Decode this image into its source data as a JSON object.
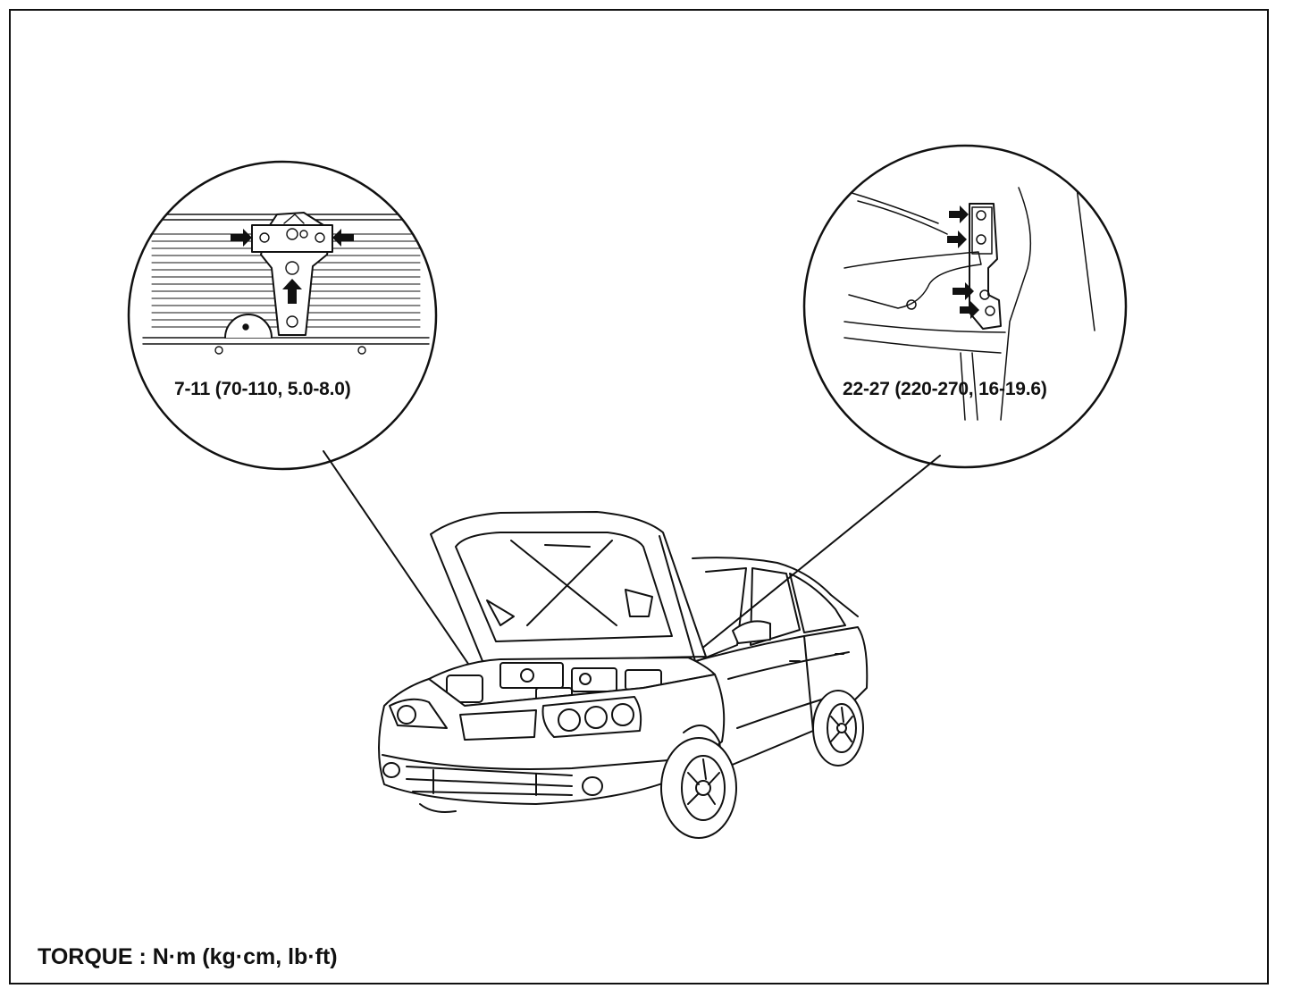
{
  "callouts": {
    "hood_latch": {
      "torque": "7-11 (70-110, 5.0-8.0)"
    },
    "hood_hinge": {
      "torque": "22-27 (220-270, 16-19.6)"
    }
  },
  "footer": {
    "torque_units": "TORQUE : N·m (kg·cm, lb·ft)"
  },
  "colors": {
    "ink": "#111111",
    "paper": "#ffffff"
  }
}
